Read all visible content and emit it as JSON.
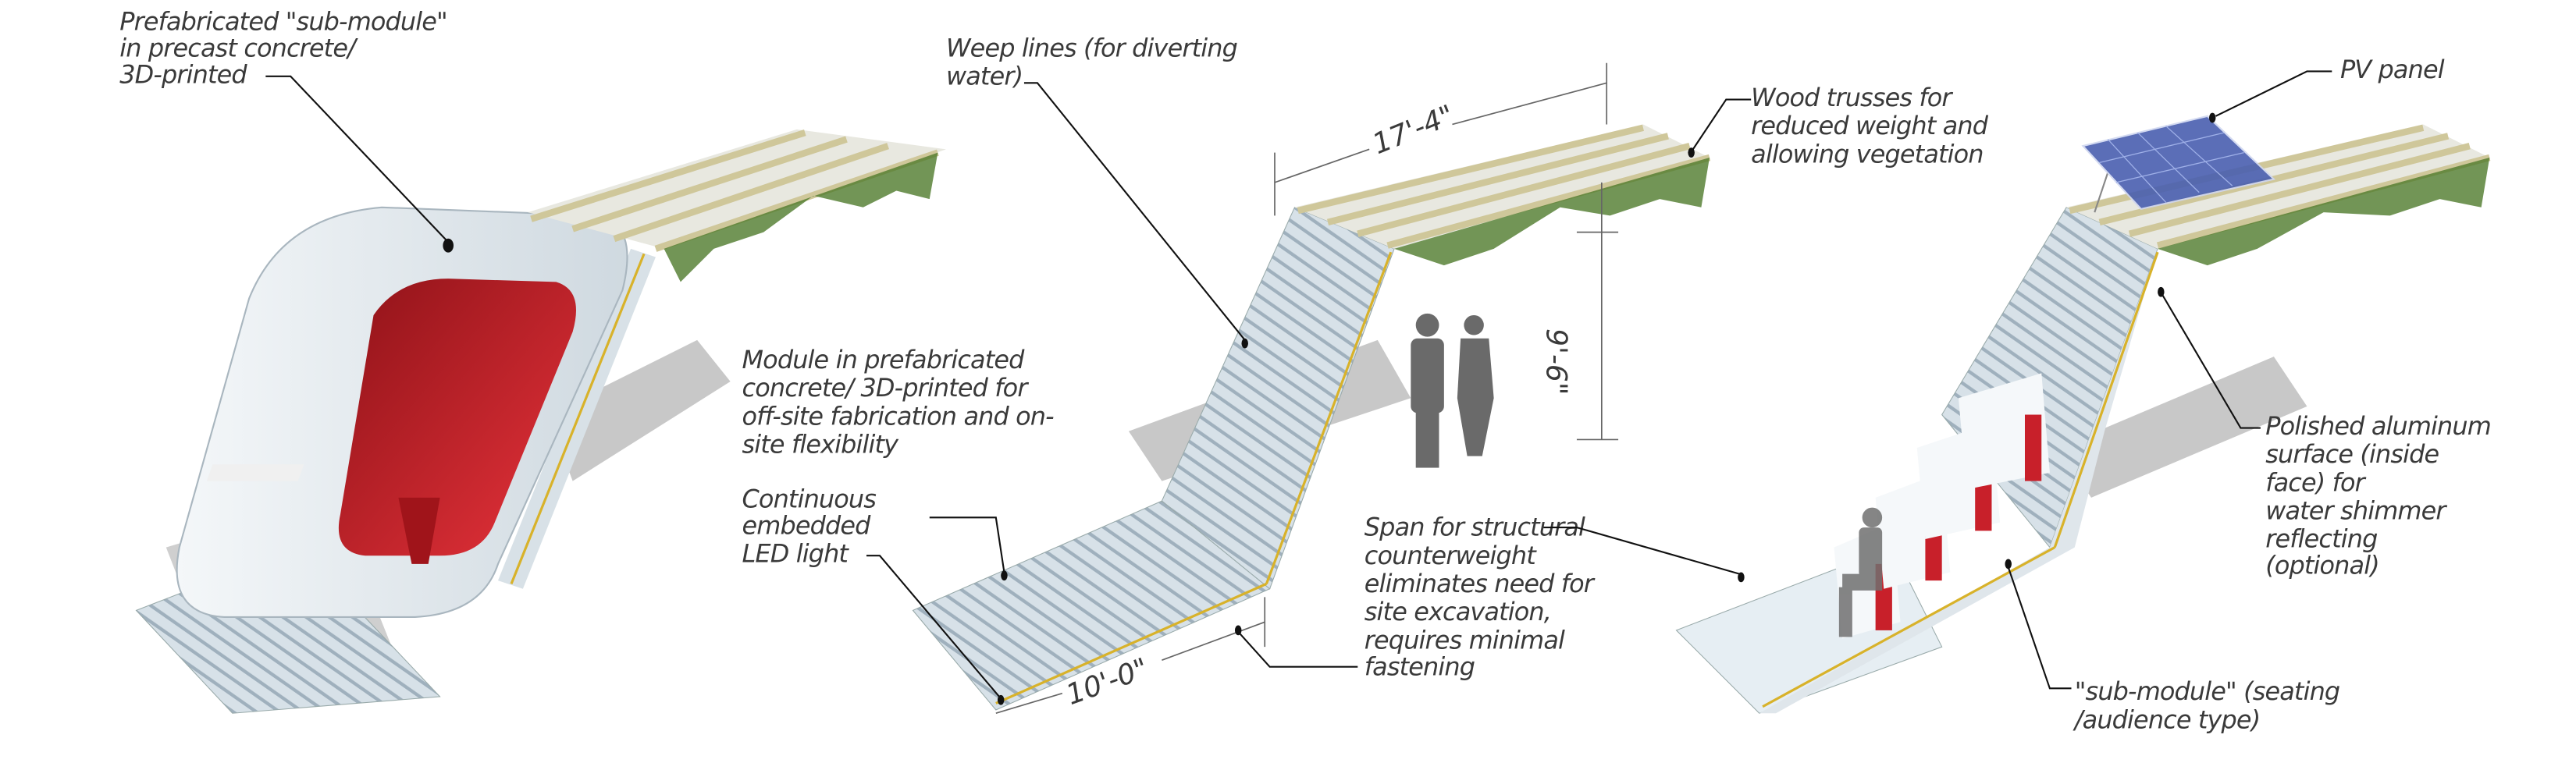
{
  "labels": {
    "submodule_precast": [
      "Prefabricated \"sub-module\"",
      "in precast concrete/",
      "3D-printed"
    ],
    "weep_lines": [
      "Weep lines (for diverting",
      "water)"
    ],
    "wood_trusses": [
      "Wood trusses for",
      "reduced weight and",
      "allowing vegetation"
    ],
    "pv_panel": [
      "PV panel"
    ],
    "module_prefab": [
      "Module in prefabricated",
      "concrete/ 3D-printed for",
      "off-site fabrication and on-",
      "site flexibility"
    ],
    "led_light": [
      "Continuous",
      "embedded",
      "LED light"
    ],
    "polished_aluminum": [
      "Polished aluminum",
      "surface (inside",
      "face) for",
      "water shimmer",
      "reflecting",
      "(optional)"
    ],
    "span_counterweight": [
      "Span for structural",
      "counterweight",
      "eliminates need for",
      "site excavation,",
      "requires minimal",
      "fastening"
    ],
    "submodule_seating": [
      "\"sub-module\"  (seating",
      "/audience type)"
    ]
  },
  "dimensions": {
    "length": "17'-4\"",
    "height": "9'-6\"",
    "width": "10'-0\""
  },
  "colors": {
    "concrete": "#e4ecf1",
    "interior_red": "#c8202a",
    "wood": "#cfc79a",
    "vegetation": "#4f7a2c",
    "led": "#d8b22a",
    "pv": "#4a5fb0",
    "shadow": "#bdbdbd"
  }
}
